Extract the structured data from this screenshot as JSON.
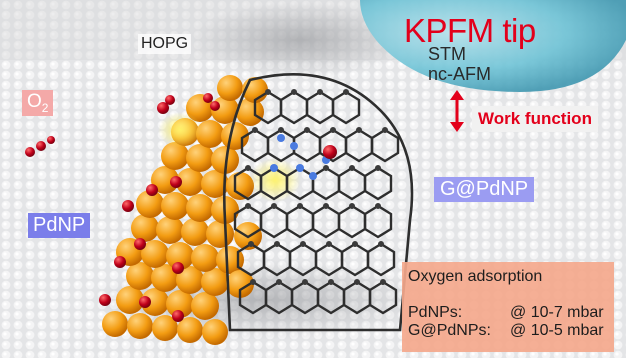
{
  "labels": {
    "kpfm_tip": "KPFM tip",
    "stm": "STM",
    "nc_afm": "nc-AFM",
    "hopg": "HOPG",
    "work_function": "Work function",
    "o2_main": "O",
    "o2_sub": "2",
    "pdnp": "PdNP",
    "g_pdnp": "G@PdNP"
  },
  "oxygen_adsorption": {
    "title": "Oxygen adsorption",
    "rows": [
      {
        "name": "PdNPs:",
        "value": "@ 10-7 mbar"
      },
      {
        "name": "G@PdNPs:",
        "value": "@ 10-5 mbar"
      }
    ]
  },
  "colors": {
    "accent_red": "#e3001b",
    "pdnp_box": "#7b7eea",
    "g_pdnp_box": "#9b9cf2",
    "o2_box": "#f4a9a8",
    "info_box": "#f4a88c",
    "pd_atom": "#f39c12",
    "oxygen_atom": "#c0001a",
    "carbon_atom": "#3a3a3a",
    "tip": "#6ec3d6"
  }
}
